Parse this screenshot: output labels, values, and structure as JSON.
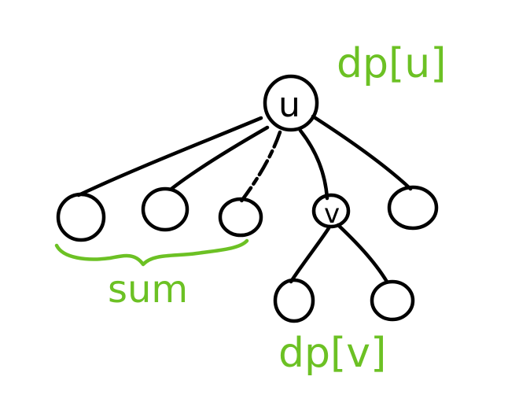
{
  "colors": {
    "ink": "#000000",
    "annotation": "#6cc124",
    "background": "#ffffff"
  },
  "nodes": {
    "u": {
      "label": "u"
    },
    "v": {
      "label": "v"
    }
  },
  "annotations": {
    "dp_u": "dp[u]",
    "dp_v": "dp[v]",
    "sum": "sum"
  }
}
